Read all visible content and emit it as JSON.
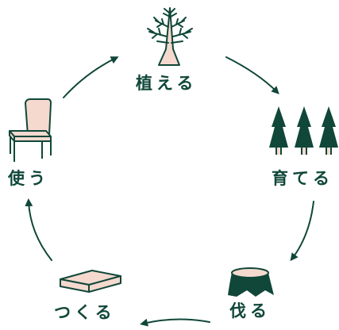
{
  "colors": {
    "primary": "#104739",
    "accent": "#f5d9cf",
    "background": "#ffffff"
  },
  "cycle": {
    "plant": {
      "label": "植える",
      "icon": "sapling-icon"
    },
    "grow": {
      "label": "育てる",
      "icon": "forest-icon"
    },
    "cut": {
      "label": "伐る",
      "icon": "stump-icon"
    },
    "make": {
      "label": "つくる",
      "icon": "plank-icon"
    },
    "use": {
      "label": "使う",
      "icon": "chair-icon"
    }
  }
}
